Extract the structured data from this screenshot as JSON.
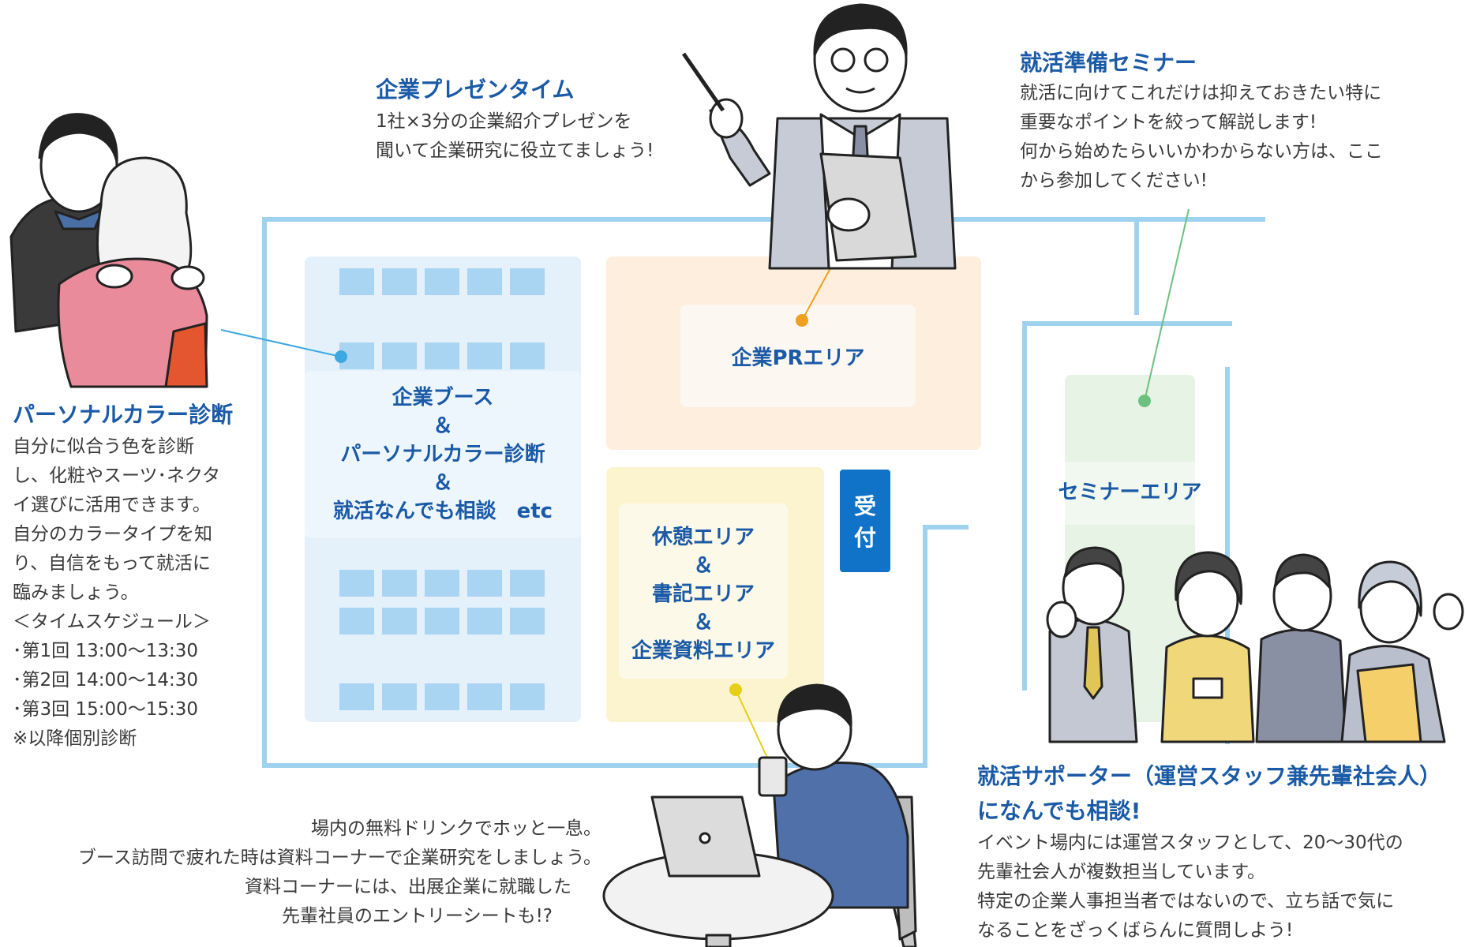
{
  "colors": {
    "wall": "#9fd2ee",
    "heading_blue": "#1a5aa6",
    "booth_zone": "#e4f1fb",
    "booth_tile": "#a9d4f2",
    "pr_zone": "#fdeedd",
    "rest_zone": "#fbf4cf",
    "seminar_zone": "#e7f3e4",
    "reception": "#1173c7",
    "dot_blue": "#3ba8e0",
    "dot_orange": "#f0a020",
    "dot_green": "#6cc080",
    "dot_yellow": "#e6cf16"
  },
  "areas": {
    "booth": {
      "lines": [
        "企業ブース",
        "＆",
        "パーソナルカラー診断",
        "＆",
        "就活なんでも相談　etc"
      ]
    },
    "pr": {
      "label": "企業PRエリア"
    },
    "rest": {
      "lines": [
        "休憩エリア",
        "＆",
        "書記エリア",
        "＆",
        "企業資料エリア"
      ]
    },
    "seminar": {
      "label": "セミナーエリア"
    },
    "reception": {
      "lines": [
        "受",
        "付"
      ]
    }
  },
  "callouts": {
    "presentation": {
      "title": "企業プレゼンタイム",
      "lines": [
        "1社×3分の企業紹介プレゼンを",
        "聞いて企業研究に役立てましょう!"
      ]
    },
    "seminar": {
      "title": "就活準備セミナー",
      "lines": [
        "就活に向けてこれだけは抑えておきたい特に",
        "重要なポイントを絞って解説します!",
        "何から始めたらいいかわからない方は、ここ",
        "から参加してください!"
      ]
    },
    "personal_color": {
      "title": "パーソナルカラー診断",
      "lines": [
        "自分に似合う色を診断",
        "し、化粧やスーツ･ネクタ",
        "イ選びに活用できます。",
        "自分のカラータイプを知",
        "り、自信をもって就活に",
        "臨みましょう。",
        "＜タイムスケジュール＞",
        "･第1回 13:00〜13:30",
        "･第2回 14:00〜14:30",
        "･第3回 15:00〜15:30",
        "※以降個別診断"
      ]
    },
    "drink": {
      "lines": [
        "場内の無料ドリンクでホッと一息。",
        "ブース訪問で疲れた時は資料コーナーで企業研究をしましょう。",
        "資料コーナーには、出展企業に就職した",
        "先輩社員のエントリーシートも!?"
      ]
    },
    "supporter": {
      "title_lines": [
        "就活サポーター（運営スタッフ兼先輩社会人）",
        "になんでも相談!"
      ],
      "lines": [
        "イベント場内には運営スタッフとして、20〜30代の",
        "先輩社会人が複数担当しています。",
        "特定の企業人事担当者ではないので、立ち話で気に",
        "なることをざっくばらんに質問しよう!"
      ]
    }
  },
  "icons": [
    "presenter-illustration",
    "personal-color-illustration",
    "drinking-man-illustration",
    "staff-group-illustration"
  ]
}
